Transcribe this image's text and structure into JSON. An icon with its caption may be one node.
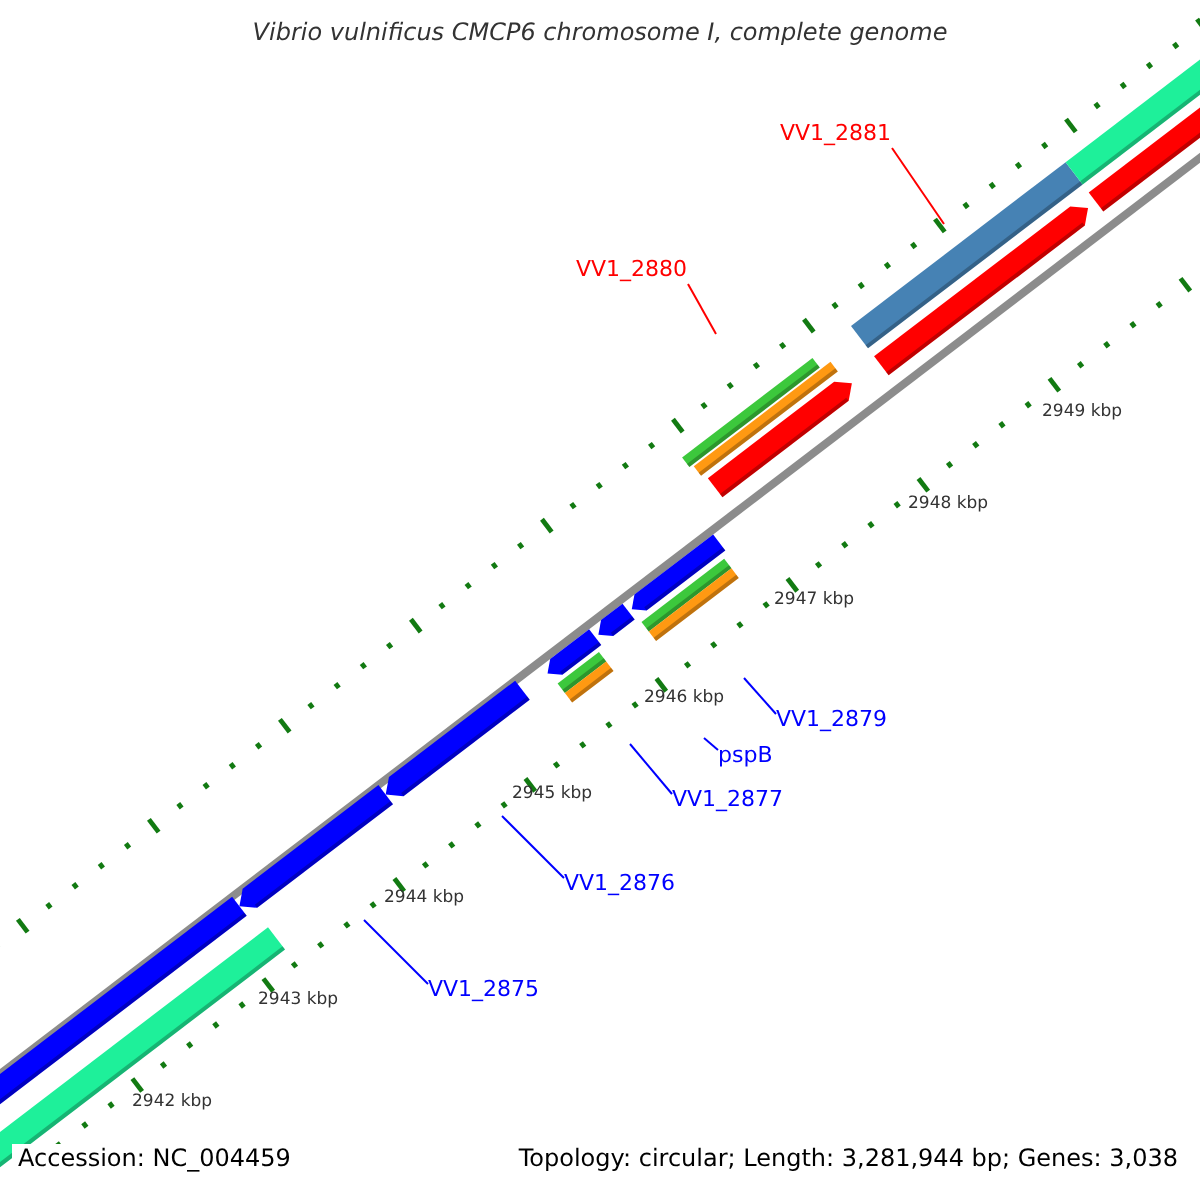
{
  "diagram": {
    "title": "Vibrio vulnificus CMCP6 chromosome I, complete genome",
    "nodes": [
      {
        "text": [
          "VV1_2881"
        ]
      },
      {
        "text": [
          "VV1_2880"
        ]
      },
      {
        "text": [
          "VV1_2879"
        ]
      },
      {
        "text": [
          "pspB"
        ]
      },
      {
        "text": [
          "VV1_2877"
        ]
      },
      {
        "text": [
          "VV1_2876"
        ]
      },
      {
        "text": [
          "VV1_2875"
        ]
      }
    ],
    "edges": [
      {
        "from": 0,
        "to": null,
        "arrow": "none",
        "color": "#ff0000"
      },
      {
        "from": 1,
        "to": null,
        "arrow": "none",
        "color": "#ff0000"
      },
      {
        "from": 2,
        "to": null,
        "arrow": "none"
      },
      {
        "from": 3,
        "to": null,
        "arrow": "none"
      },
      {
        "from": 4,
        "to": null,
        "arrow": "none"
      },
      {
        "from": 5,
        "to": null,
        "arrow": "none"
      },
      {
        "from": 6,
        "to": null,
        "arrow": "none"
      }
    ],
    "labels": [
      "2949 kbp",
      "2948 kbp",
      "2947 kbp",
      "2946 kbp",
      "2945 kbp",
      "2944 kbp",
      "2943 kbp",
      "2942 kbp",
      "Accession: NC_004459",
      "Topology: circular; Length: 3,281,944 bp; Genes: 3,038"
    ]
  }
}
